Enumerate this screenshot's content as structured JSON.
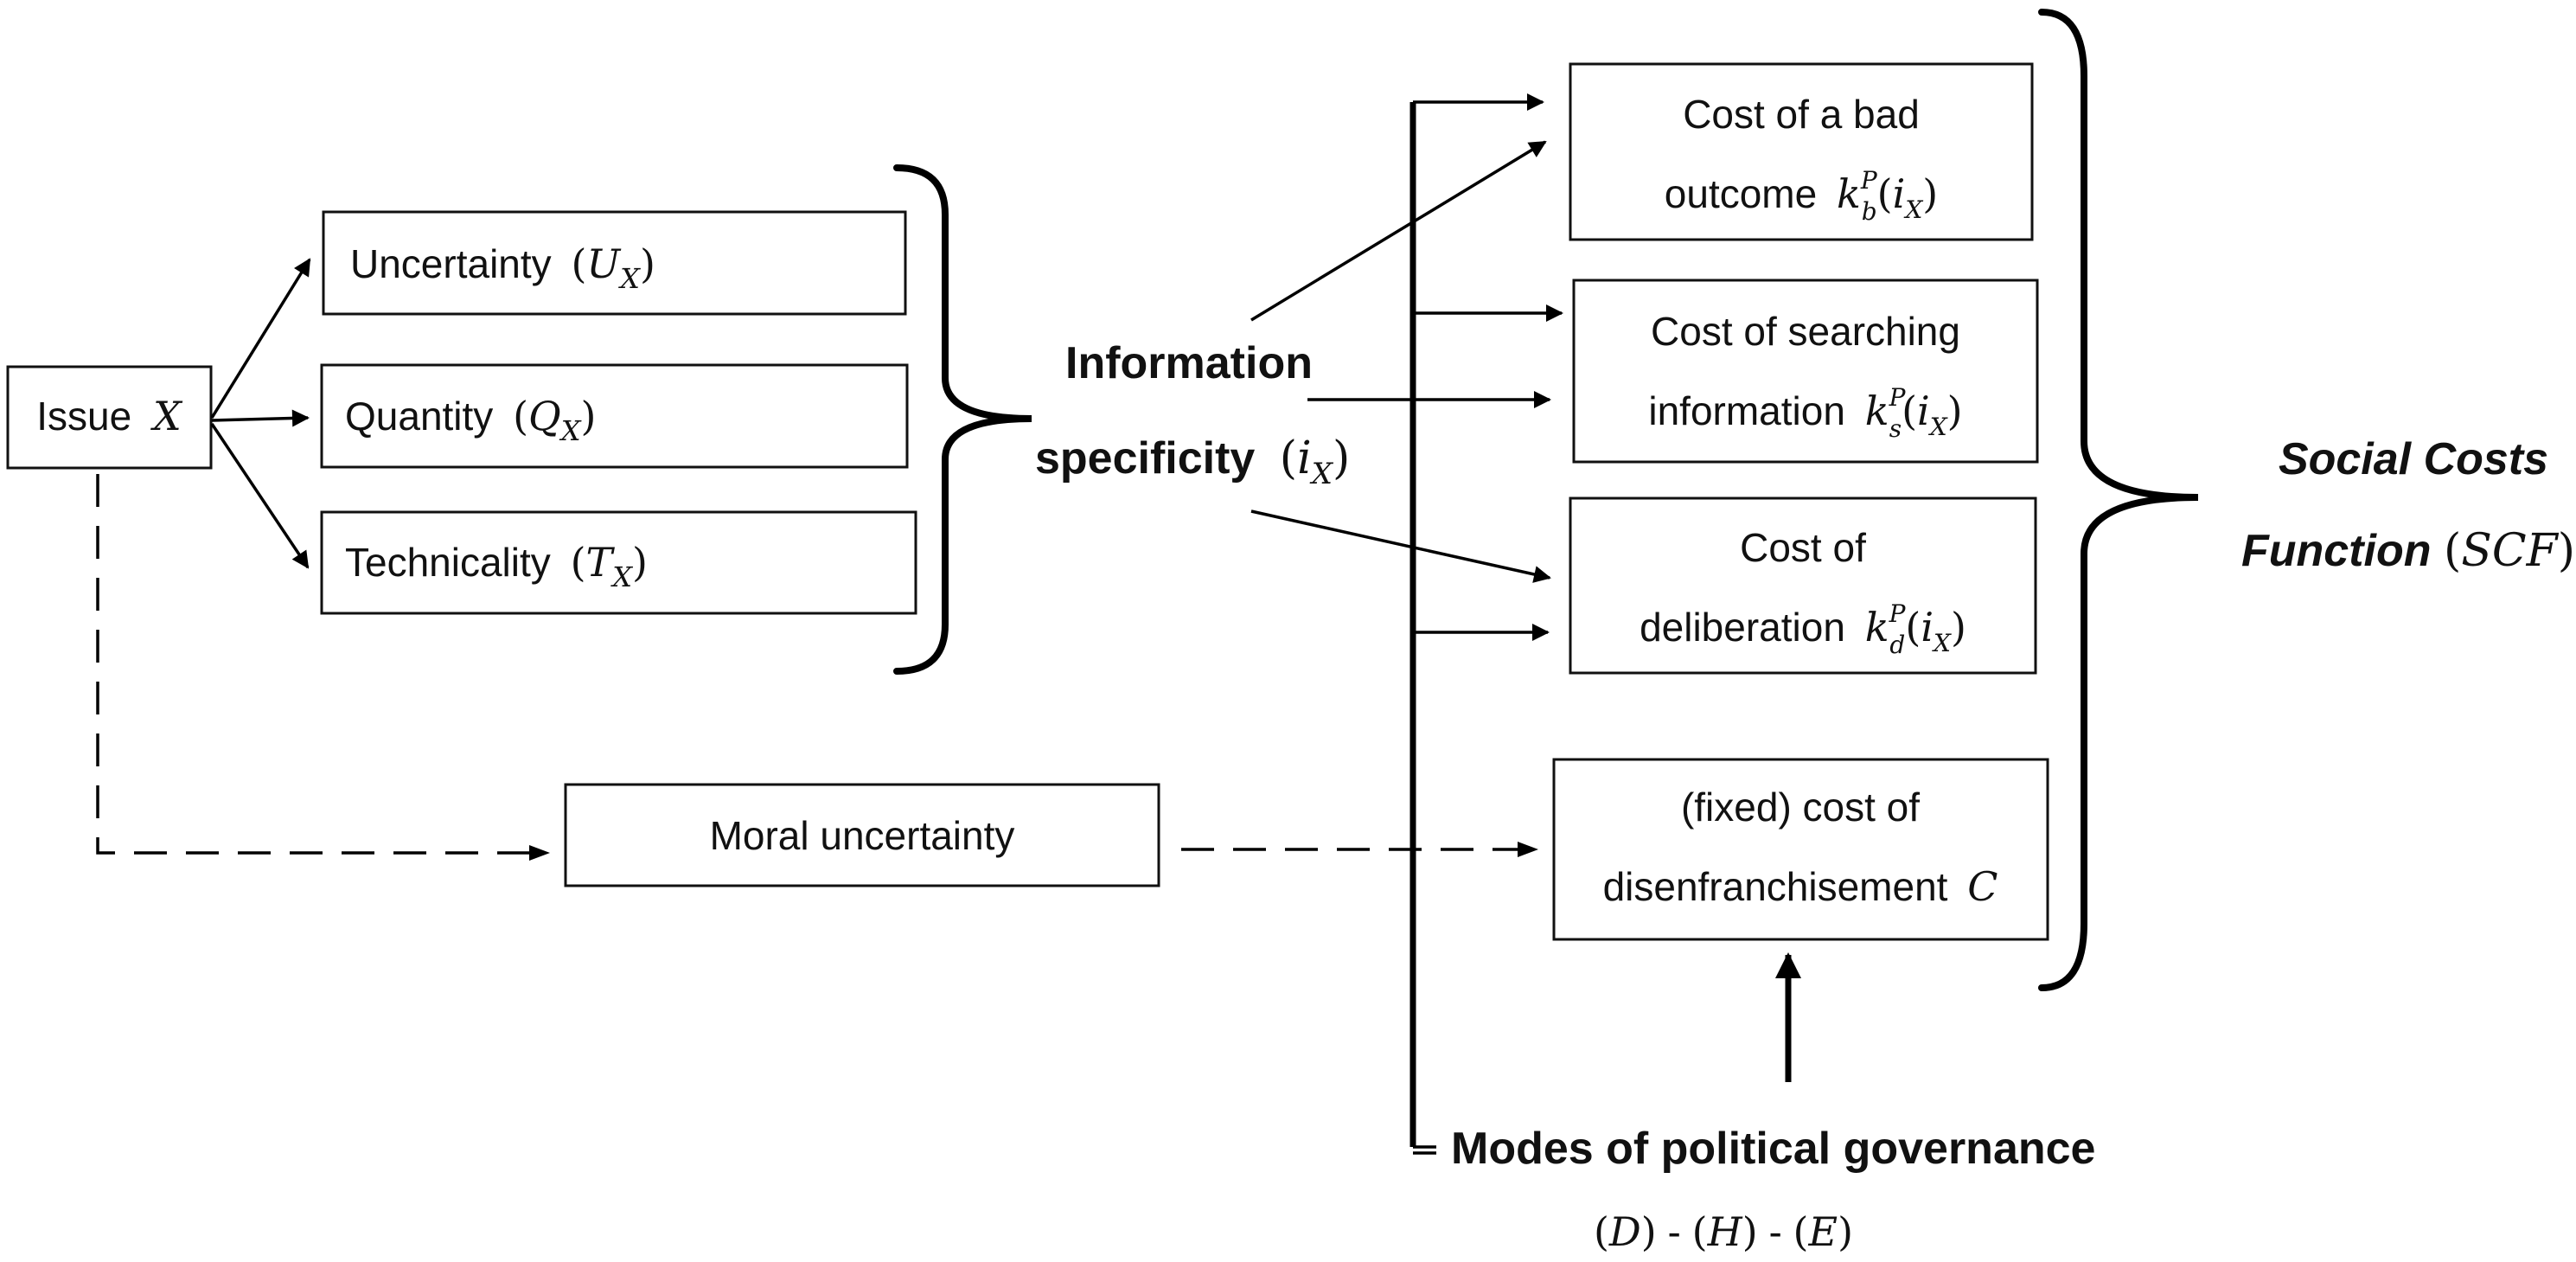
{
  "issue": {
    "label": "Issue",
    "symbol": "X"
  },
  "attributes": [
    {
      "label": "Uncertainty",
      "symbol": "U",
      "sub": "X"
    },
    {
      "label": "Quantity",
      "symbol": "Q",
      "sub": "X"
    },
    {
      "label": "Technicality",
      "symbol": "T",
      "sub": "X"
    }
  ],
  "information": {
    "line1": "Information",
    "line2": "specificity",
    "symbol": "i",
    "sub": "X"
  },
  "moral": {
    "label": "Moral uncertainty"
  },
  "costs": [
    {
      "line1": "Cost of a bad",
      "line2": "outcome",
      "k_sub": "b",
      "sup": "P",
      "arg": "i",
      "arg_sub": "X"
    },
    {
      "line1": "Cost of searching",
      "line2": "information",
      "k_sub": "s",
      "sup": "P",
      "arg": "i",
      "arg_sub": "X"
    },
    {
      "line1": "Cost of",
      "line2": "deliberation",
      "k_sub": "d",
      "sup": "P",
      "arg": "i",
      "arg_sub": "X"
    }
  ],
  "fixed_cost": {
    "line1": "(fixed) cost of",
    "line2": "disenfranchisement",
    "symbol": "C"
  },
  "governance": {
    "label": "Modes of political governance",
    "modes": [
      "D",
      "H",
      "E"
    ]
  },
  "scf": {
    "line1": "Social Costs",
    "line2": "Function",
    "symbol": "SCF"
  }
}
